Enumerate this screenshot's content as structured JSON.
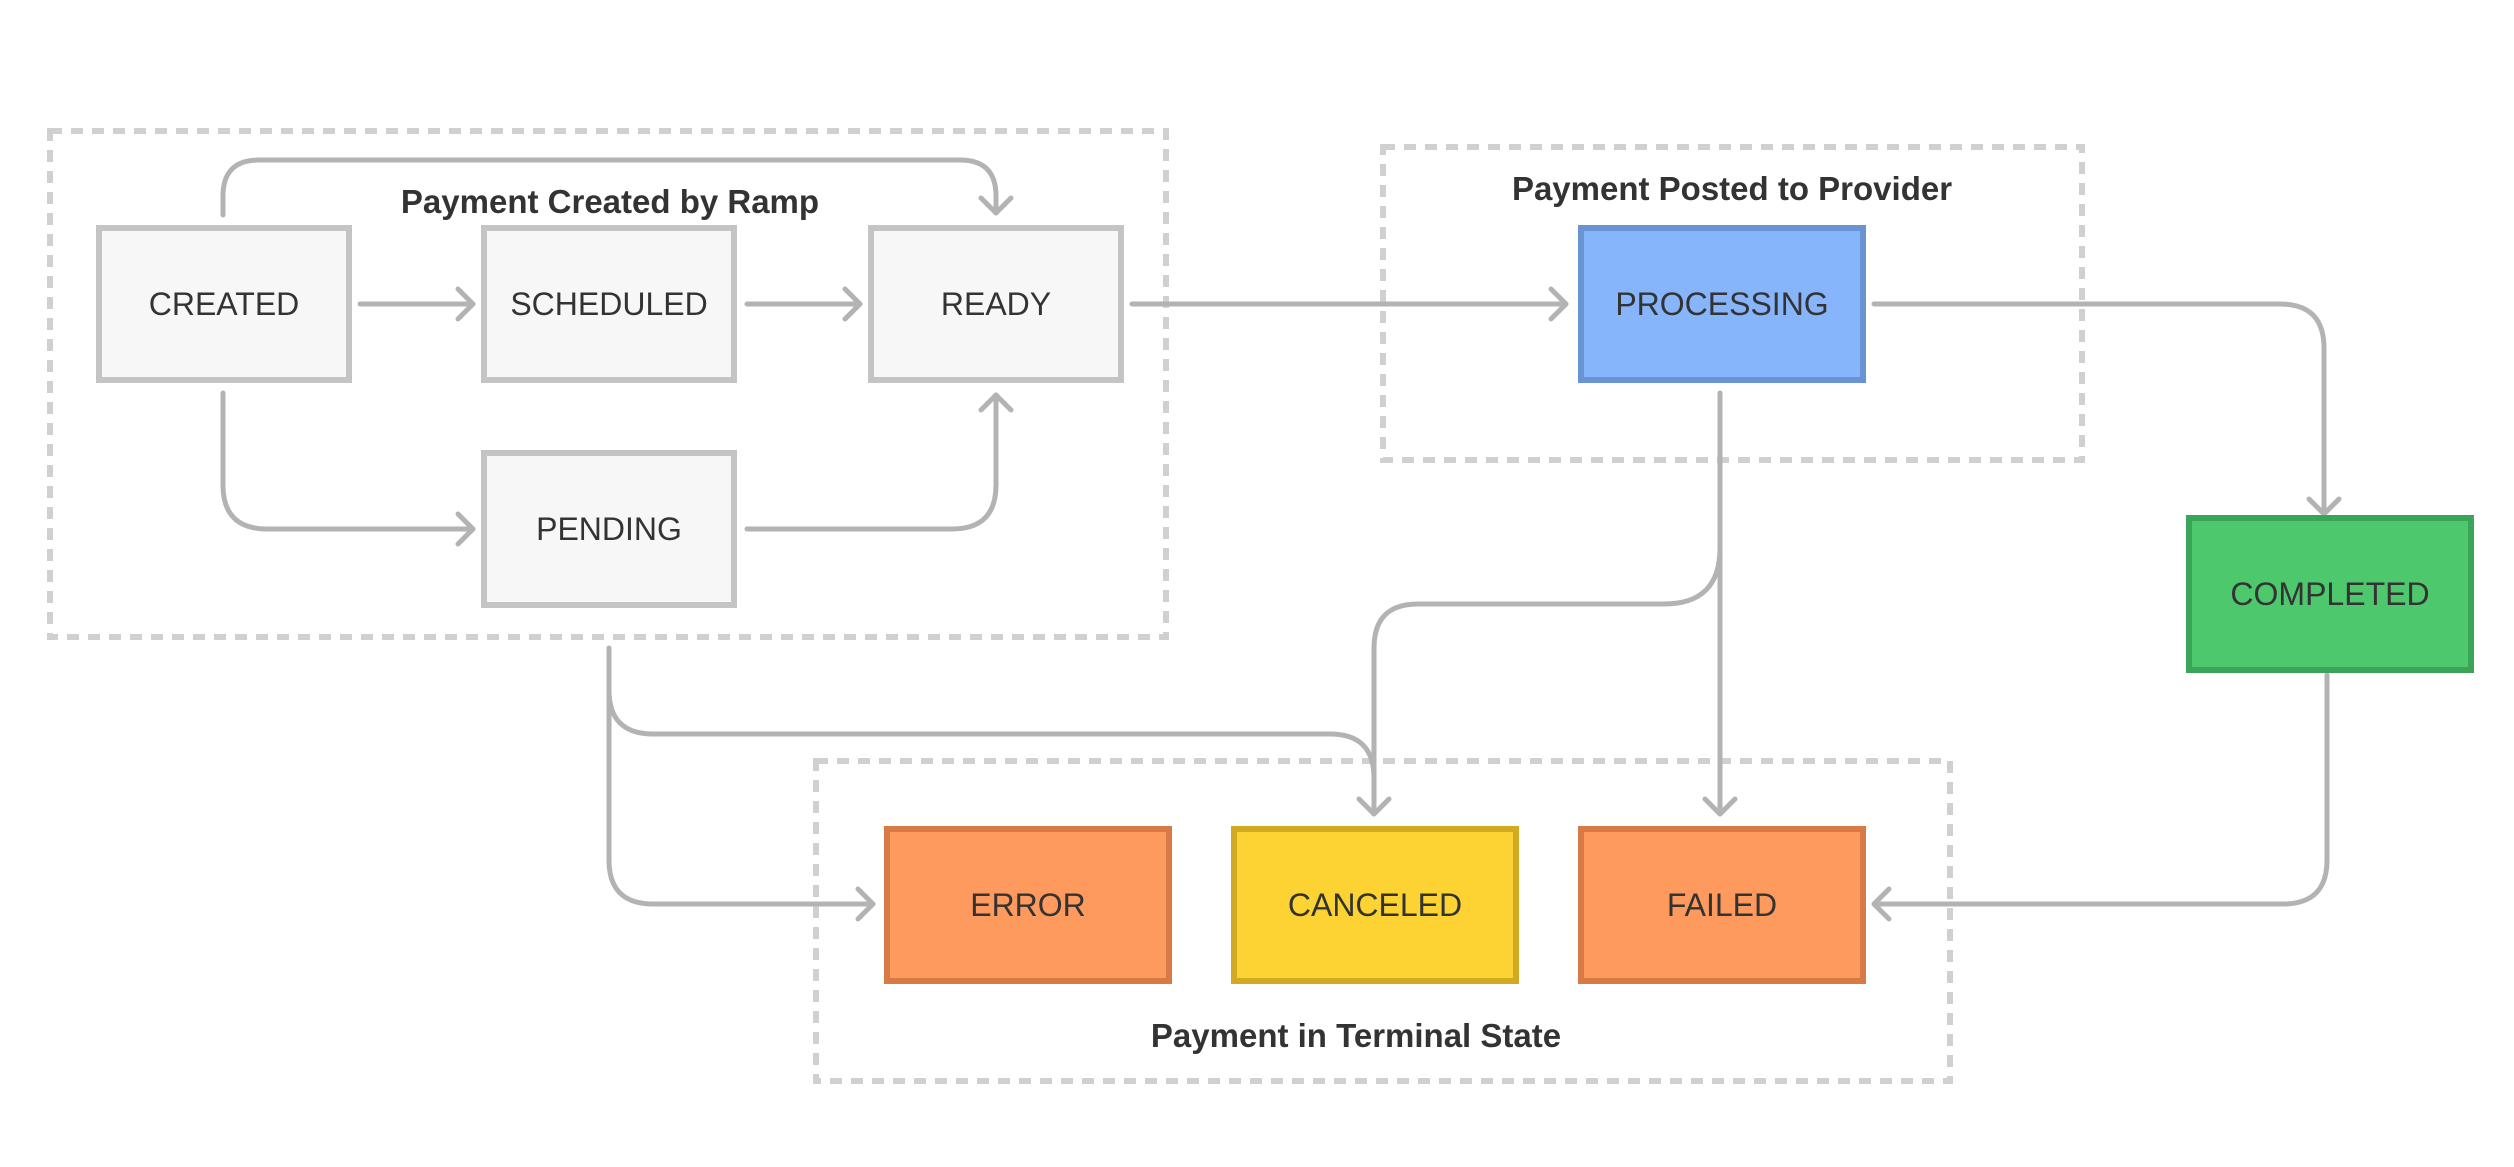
{
  "groups": {
    "created_by_ramp": {
      "title": "Payment Created by Ramp"
    },
    "posted_to_provider": {
      "title": "Payment Posted to Provider"
    },
    "terminal_state": {
      "title": "Payment in Terminal State"
    }
  },
  "nodes": {
    "created": {
      "label": "CREATED",
      "fill": "#f7f7f7",
      "stroke": "#c4c4c4"
    },
    "scheduled": {
      "label": "SCHEDULED",
      "fill": "#f7f7f7",
      "stroke": "#c4c4c4"
    },
    "ready": {
      "label": "READY",
      "fill": "#f7f7f7",
      "stroke": "#c4c4c4"
    },
    "pending": {
      "label": "PENDING",
      "fill": "#f7f7f7",
      "stroke": "#c4c4c4"
    },
    "processing": {
      "label": "PROCESSING",
      "fill": "#87b5fc",
      "stroke": "#6a93d2"
    },
    "completed": {
      "label": "COMPLETED",
      "fill": "#4dc86d",
      "stroke": "#3aa556"
    },
    "error": {
      "label": "ERROR",
      "fill": "#ff9a5e",
      "stroke": "#d87a45"
    },
    "canceled": {
      "label": "CANCELED",
      "fill": "#fdd333",
      "stroke": "#d1aa22"
    },
    "failed": {
      "label": "FAILED",
      "fill": "#ff9a5e",
      "stroke": "#d87a45"
    }
  },
  "edges": [
    {
      "from": "created",
      "to": "scheduled"
    },
    {
      "from": "scheduled",
      "to": "ready"
    },
    {
      "from": "created",
      "to": "ready"
    },
    {
      "from": "created",
      "to": "pending"
    },
    {
      "from": "pending",
      "to": "ready"
    },
    {
      "from": "ready",
      "to": "processing"
    },
    {
      "from": "processing",
      "to": "completed"
    },
    {
      "from": "processing",
      "to": "canceled"
    },
    {
      "from": "processing",
      "to": "failed"
    },
    {
      "from": "completed",
      "to": "failed"
    },
    {
      "from": "created_by_ramp_group",
      "to": "error"
    },
    {
      "from": "created_by_ramp_group",
      "to": "canceled"
    }
  ],
  "colors": {
    "edge": "#b3b3b3",
    "group_border": "#d0d0d0",
    "text": "#333333"
  }
}
